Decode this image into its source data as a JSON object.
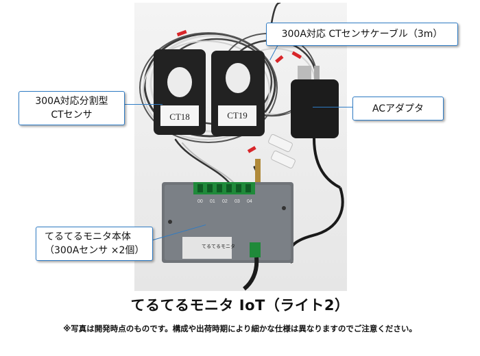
{
  "callouts": {
    "ct_sensor": {
      "line1": "300A対応分割型",
      "line2": "CTセンサ"
    },
    "cable": {
      "label": "300A対応 CTセンサケーブル（3m）"
    },
    "adapter": {
      "label": "ACアダプタ"
    },
    "body": {
      "line1": "てるてるモニタ本体",
      "line2": "（300Aセンサ ×2個）"
    }
  },
  "photo_labels": {
    "ct18": "CT18",
    "ct19": "CT19",
    "terminals": [
      "00",
      "01",
      "02",
      "03",
      "04"
    ],
    "device_brand": "てるてるモニタ"
  },
  "title": "てるてるモニタ IoT（ライト2）",
  "note": "※写真は開発時点のものです。構成や出荷時期により細かな仕様は異なりますのでご注意ください。",
  "colors": {
    "callout_border": "#2e7bc4",
    "ct_body": "#222222",
    "device_body": "#6f7378",
    "terminal_block": "#1f8a3a"
  }
}
